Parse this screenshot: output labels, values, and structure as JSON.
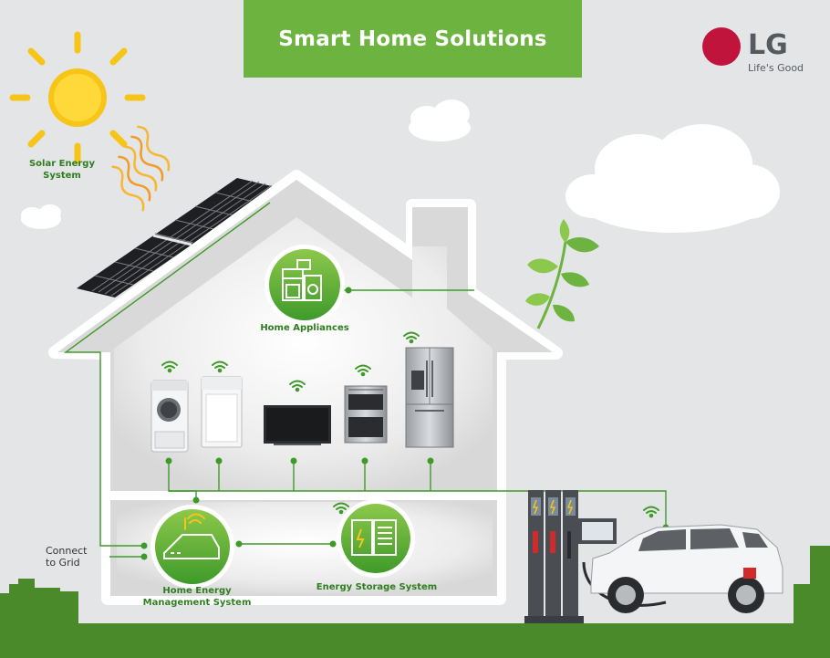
{
  "title": "Smart Home Solutions",
  "brand": {
    "name": "LG",
    "tagline": "Life's Good",
    "color": "#c0143c"
  },
  "labels": {
    "solar": [
      "Solar Energy",
      "System"
    ],
    "appliances": "Home Appliances",
    "connect_grid": [
      "Connect",
      "to Grid"
    ],
    "hems": [
      "Home Energy",
      "Management System"
    ],
    "storage": "Energy Storage System"
  },
  "appliances": [
    "washer-icon",
    "dryer-icon",
    "tv-icon",
    "oven-icon",
    "fridge-icon"
  ],
  "colors": {
    "background": "#e4e5e7",
    "accent_green": "#6cb33f",
    "dark_green": "#2e7d1f",
    "house_outline": "#ffffff",
    "house_fill": "#d9d9d9",
    "ground": "#4a8a2a",
    "sun": "#f7c418"
  }
}
